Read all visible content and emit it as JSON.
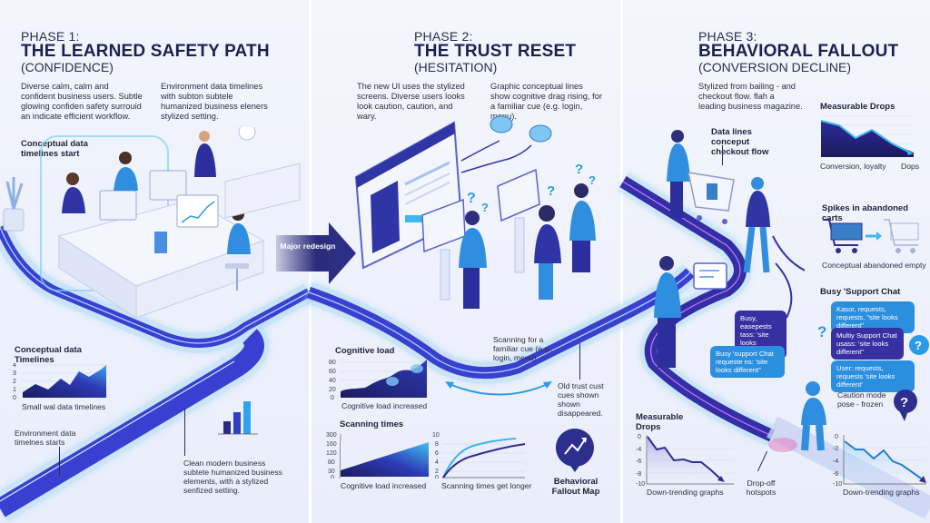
{
  "phases": [
    {
      "label": "PHASE 1:",
      "title": "THE LEARNED SAFETY PATH",
      "subtitle": "(CONFIDENCE)",
      "desc_left": "Diverse calm, calm and confident business users. Subtle glowing confiden safety surrouid an indicate efficient workflow.",
      "desc_right": "Environment data timelines with subton subtele humanized business eleners stylized setting.",
      "callouts": {
        "timelines_start": "Conceptual data timelines start",
        "env_timelines": "Environment data timelnes starts",
        "clean_modern": "Clean modern business subtete humanized business elements, with a stylized senfized setting."
      },
      "chart": {
        "title": "Conceptual data Timelines",
        "caption": "Small wal data timelines"
      }
    },
    {
      "label": "PHASE 2:",
      "title": "THE TRUST RESET",
      "subtitle": "(HESITATION)",
      "desc_left": "The new UI uses the stylized screens.  Diverse users looks look caution, caution, and wary.",
      "desc_right": "Graphic conceptual lines show cognitive drag rising, for a familiar cue (e.g. login, menu).",
      "callouts": {
        "scanning": "Scanning for a familiar cue (e.g., login, menu)",
        "old_trust": "Old trust cust cues shown shown disappeared."
      },
      "cognitive_chart": {
        "title": "Cognitive load",
        "caption": "Cognitive load increased"
      },
      "scanning_title": "Scanning times",
      "scanning_chart_left": {
        "caption": "Cognitive load increased"
      },
      "scanning_chart_right": {
        "caption": "Scanning times get longer"
      },
      "map_badge": "Behavioral Fallout Map"
    },
    {
      "label": "PHASE 3:",
      "title": "BEHAVIORAL FALLOUT",
      "subtitle": "(CONVERSION DECLINE)",
      "desc_left": "Stylized from bailing - and checkout flow. flah a leading business magazine.",
      "callouts": {
        "data_lines": "Data lines conceput checkout flow",
        "abandoned_title": "Spikes in abandoned carts",
        "abandoned_caption": "Conceptual abandoned empty",
        "support_title": "Busy 'Support Chat",
        "caution": "Caution mode pose - frozen",
        "dropoff": "Drop-off hotspots"
      },
      "drops_chart": {
        "title": "Measurable Drops",
        "caption_left": "Conversion, loyalty",
        "caption_right": "Dops"
      },
      "bubbles": [
        "Busy, easepests tass: 'site looks different\"",
        "Busy 'support Chat requeste ns: 'site looks different\"",
        "Kasor, requests, requests, \"site looks different\"",
        "Multiy Support Chat usass: 'site looks different\"",
        "User: requests, requests 'site looks different'"
      ],
      "down_left": {
        "title": "Measurable Drops",
        "caption": "Down-trending graphs"
      },
      "down_right": {
        "caption": "Down-trending graphs"
      }
    }
  ],
  "transition_arrow": "Major redesign",
  "colors": {
    "navy": "#1c2050",
    "indigo": "#3730a3",
    "royal": "#3b3fd1",
    "sky": "#2b9be8",
    "cyan": "#41c0f0",
    "bg": "#eef2fb"
  },
  "chart_data": [
    {
      "type": "area",
      "title": "Conceptual data Timelines",
      "xlabel": "Small wal data timelines",
      "ylabel": "",
      "yticks": [
        0,
        1,
        2,
        3,
        4
      ],
      "ylim": [
        0,
        4
      ],
      "x": [
        0,
        1,
        2,
        3,
        4,
        5,
        6,
        7,
        8
      ],
      "values": [
        0.8,
        1.8,
        1.2,
        2.5,
        1.8,
        3.6,
        2.8,
        3.4,
        4.0
      ]
    },
    {
      "type": "area",
      "title": "Cognitive load",
      "xlabel": "Cognitive load increased",
      "yticks": [
        0,
        20,
        40,
        60,
        80
      ],
      "ylim": [
        0,
        80
      ],
      "x": [
        0,
        1,
        2,
        3,
        4,
        5,
        6,
        7
      ],
      "values": [
        8,
        15,
        16,
        35,
        40,
        60,
        70,
        80
      ]
    },
    {
      "type": "area",
      "title": "Scanning times",
      "xlabel": "Cognitive load increased",
      "yticks": [
        0,
        30,
        80,
        120,
        160,
        300
      ],
      "x": [
        0,
        1
      ],
      "values": [
        20,
        180
      ]
    },
    {
      "type": "line",
      "title": "",
      "xlabel": "Scanning times get longer",
      "yticks": [
        0,
        2,
        4,
        6,
        8,
        10
      ],
      "ylim": [
        0,
        10
      ],
      "x": [
        0,
        1,
        2,
        3,
        4,
        5,
        6,
        7,
        8,
        9,
        10
      ],
      "series": [
        {
          "name": "light",
          "values": [
            0,
            4.5,
            6.4,
            7.4,
            8.0,
            8.4,
            8.6,
            8.8,
            8.9,
            9.0,
            9.1
          ]
        },
        {
          "name": "dark",
          "values": [
            0,
            3.0,
            4.6,
            5.5,
            6.2,
            6.7,
            7.2,
            7.6,
            8.0,
            8.4,
            8.7
          ]
        }
      ]
    },
    {
      "type": "area",
      "title": "Measurable Drops",
      "xlabel": "Conversion, loyalty",
      "x": [
        0,
        1,
        2,
        3,
        4,
        5
      ],
      "values": [
        8,
        7.2,
        5,
        6.3,
        3.8,
        1.5
      ]
    },
    {
      "type": "line",
      "title": "Measurable Drops",
      "xlabel": "Down-trending graphs",
      "yticks": [
        0,
        -4,
        -6,
        -8,
        -10
      ],
      "ylim": [
        -10,
        0
      ],
      "x": [
        0,
        1,
        2,
        3,
        4,
        5,
        6,
        7,
        8
      ],
      "values": [
        -1,
        -4.5,
        -4.3,
        -6.5,
        -6.2,
        -6.8,
        -6.8,
        -8.2,
        -9.6
      ]
    },
    {
      "type": "line",
      "title": "",
      "xlabel": "Down-trending graphs",
      "yticks": [
        0,
        -2,
        -4,
        -6,
        -10
      ],
      "ylim": [
        -10,
        0
      ],
      "x": [
        0,
        1,
        2,
        3,
        4,
        5,
        6,
        7,
        8
      ],
      "values": [
        -1,
        -2.8,
        -2.8,
        -4.4,
        -3.0,
        -5.0,
        -5.6,
        -7.0,
        -8.2
      ]
    }
  ]
}
